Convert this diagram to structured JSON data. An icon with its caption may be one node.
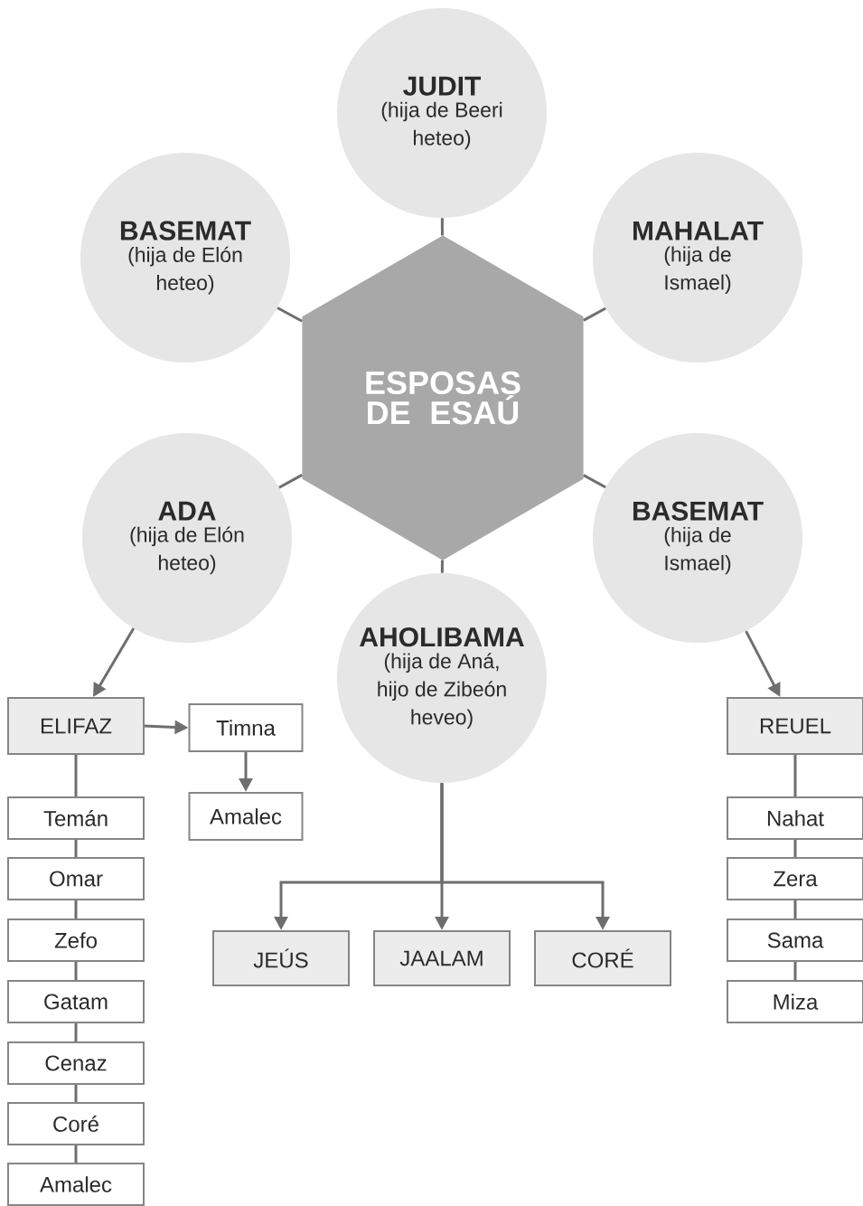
{
  "diagram": {
    "nodes": [
      {
        "text": [
          "ESPOSAS DE ESAÚ"
        ]
      },
      {
        "text": [
          "JUDIT",
          "(hija de Beeri heteo)"
        ]
      },
      {
        "text": [
          "BASEMAT",
          "(hija de Elón heteo)"
        ]
      },
      {
        "text": [
          "MAHALAT",
          "(hija de Ismael)"
        ]
      },
      {
        "text": [
          "ADA",
          "(hija de Elón heteo)"
        ]
      },
      {
        "text": [
          "BASEMAT",
          "(hija de Ismael)"
        ]
      },
      {
        "text": [
          "AHOLIBAMA",
          "(hija de Aná, hijo de Zibeón heveo)"
        ]
      },
      {
        "text": [
          "ELIFAZ"
        ]
      },
      {
        "text": [
          "Timna"
        ]
      },
      {
        "text": [
          "Amalec"
        ]
      },
      {
        "text": [
          "REUEL"
        ]
      },
      {
        "text": [
          "Temán"
        ]
      },
      {
        "text": [
          "Omar"
        ]
      },
      {
        "text": [
          "Zefo"
        ]
      },
      {
        "text": [
          "Gatam"
        ]
      },
      {
        "text": [
          "Cenaz"
        ]
      },
      {
        "text": [
          "Coré"
        ]
      },
      {
        "text": [
          "Amalec"
        ]
      },
      {
        "text": [
          "JEÚS"
        ]
      },
      {
        "text": [
          "JAALAM"
        ]
      },
      {
        "text": [
          "CORÉ"
        ]
      },
      {
        "text": [
          "Nahat"
        ]
      },
      {
        "text": [
          "Zera"
        ]
      },
      {
        "text": [
          "Sama"
        ]
      },
      {
        "text": [
          "Miza"
        ]
      }
    ],
    "edges": [
      {
        "from": 0,
        "to": 1,
        "arrow": "none"
      },
      {
        "from": 0,
        "to": 2,
        "arrow": "none"
      },
      {
        "from": 0,
        "to": 3,
        "arrow": "none"
      },
      {
        "from": 0,
        "to": 4,
        "arrow": "none"
      },
      {
        "from": 0,
        "to": 5,
        "arrow": "none"
      },
      {
        "from": 0,
        "to": 6,
        "arrow": "none"
      },
      {
        "from": 4,
        "to": 7,
        "arrow": "to"
      },
      {
        "from": 7,
        "to": 8,
        "arrow": "to"
      },
      {
        "from": 8,
        "to": 9,
        "arrow": "to"
      },
      {
        "from": 5,
        "to": 10,
        "arrow": "to"
      },
      {
        "from": 7,
        "to": 11,
        "arrow": "none"
      },
      {
        "from": 11,
        "to": 12,
        "arrow": "none"
      },
      {
        "from": 12,
        "to": 13,
        "arrow": "none"
      },
      {
        "from": 13,
        "to": 14,
        "arrow": "none"
      },
      {
        "from": 14,
        "to": 15,
        "arrow": "none"
      },
      {
        "from": 15,
        "to": 16,
        "arrow": "none"
      },
      {
        "from": 16,
        "to": 17,
        "arrow": "none"
      },
      {
        "from": 6,
        "to": 18,
        "arrow": "to"
      },
      {
        "from": 6,
        "to": 19,
        "arrow": "to"
      },
      {
        "from": 6,
        "to": 20,
        "arrow": "to"
      },
      {
        "from": 10,
        "to": 21,
        "arrow": "none"
      },
      {
        "from": 21,
        "to": 22,
        "arrow": "none"
      },
      {
        "from": 22,
        "to": 23,
        "arrow": "none"
      },
      {
        "from": 23,
        "to": 24,
        "arrow": "none"
      }
    ]
  }
}
